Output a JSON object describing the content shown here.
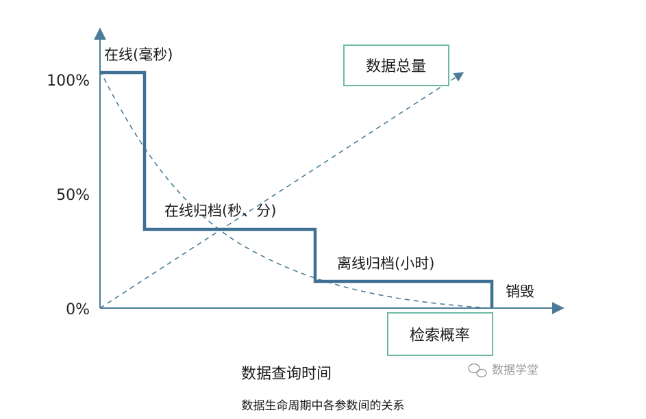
{
  "colors": {
    "axis": "#4a7c99",
    "step_line": "#3d7093",
    "dashed": "#4a7c99",
    "box_border": "#6fb8a8",
    "watermark": "#9a9a9a"
  },
  "axes": {
    "y_ticks": [
      "100%",
      "50%",
      "0%"
    ],
    "x_title": "数据查询时间"
  },
  "stages": {
    "online": "在线(毫秒)",
    "online_archive": "在线归档(秒、分)",
    "offline_archive": "离线归档(小时)",
    "destroy": "销毁"
  },
  "boxes": {
    "total_data": "数据总量",
    "retrieval_prob": "检索概率"
  },
  "watermark": {
    "text": "数据学堂",
    "icon": "wechat-icon"
  },
  "caption": "数据生命周期中各参数间的关系"
}
